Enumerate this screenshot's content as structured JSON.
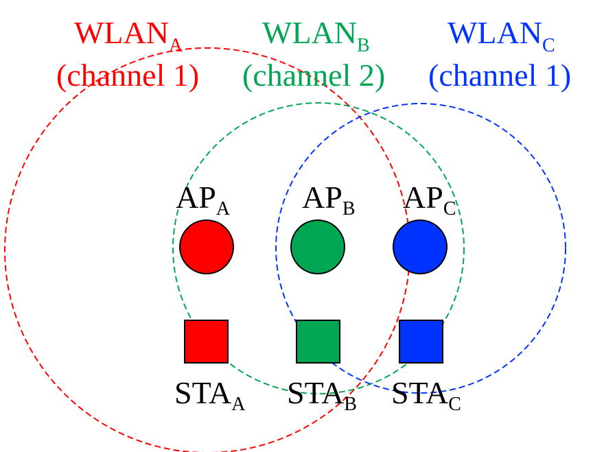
{
  "diagram": {
    "wlans": [
      {
        "id": "A",
        "name_main": "WLAN",
        "name_sub": "A",
        "channel_label": "(channel 1)",
        "color": "#ff0000",
        "ap": {
          "main": "AP",
          "sub": "A"
        },
        "sta": {
          "main": "STA",
          "sub": "A"
        }
      },
      {
        "id": "B",
        "name_main": "WLAN",
        "name_sub": "B",
        "channel_label": "(channel 2)",
        "color": "#00a651",
        "ap": {
          "main": "AP",
          "sub": "B"
        },
        "sta": {
          "main": "STA",
          "sub": "B"
        }
      },
      {
        "id": "C",
        "name_main": "WLAN",
        "name_sub": "C",
        "channel_label": "(channel 1)",
        "color": "#0033ff",
        "ap": {
          "main": "AP",
          "sub": "C"
        },
        "sta": {
          "main": "STA",
          "sub": "C"
        }
      }
    ]
  }
}
